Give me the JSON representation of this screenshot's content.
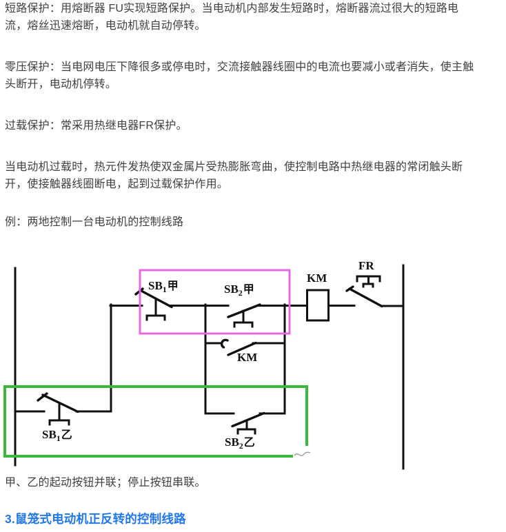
{
  "document": {
    "text_color": "#3f3f3f",
    "paragraphs": [
      {
        "lines": [
          "短路保护：用熔断器 FU实现短路保护。当电动机内部发生短路时，熔断器流过很大的短路电",
          "流，熔丝迅速熔断，电动机就自动停转。"
        ]
      },
      {
        "lines": [
          "零压保护：当电网电压下降很多或停电时，交流接触器线圈中的电流也要减小或者消失，使主触",
          "头断开，电动机停转。"
        ]
      },
      {
        "lines": [
          "过载保护：常采用热继电器FR保护。"
        ]
      },
      {
        "lines": [
          "当电动机过载时，热元件发热使双金属片受热膨胀弯曲，使控制电路中热继电器的常闭触头断",
          "开，使接触器线圈断电，起到过载保护作用。"
        ]
      },
      {
        "lines": [
          "例：两地控制一台电动机的控制线路"
        ]
      },
      {
        "lines": [
          "甲、乙的起动按钮并联；停止按钮串联。"
        ]
      }
    ],
    "heading": {
      "text": "3.鼠笼式电动机正反转的控制线路",
      "color": "#2277e6"
    }
  },
  "diagram": {
    "wire_color": "#111111",
    "highlight_pink": "#e46ae2",
    "highlight_green": "#3bb83b",
    "labels": {
      "sb1_jia": {
        "base": "SB",
        "sub": "1",
        "suffix": "甲"
      },
      "sb2_jia": {
        "base": "SB",
        "sub": "2",
        "suffix": "甲"
      },
      "km_coil": "KM",
      "fr": "FR",
      "km_aux": "KM",
      "sb1_yi": {
        "base": "SB",
        "sub": "1",
        "suffix": "乙"
      },
      "sb2_yi": {
        "base": "SB",
        "sub": "2",
        "suffix": "乙"
      }
    }
  }
}
